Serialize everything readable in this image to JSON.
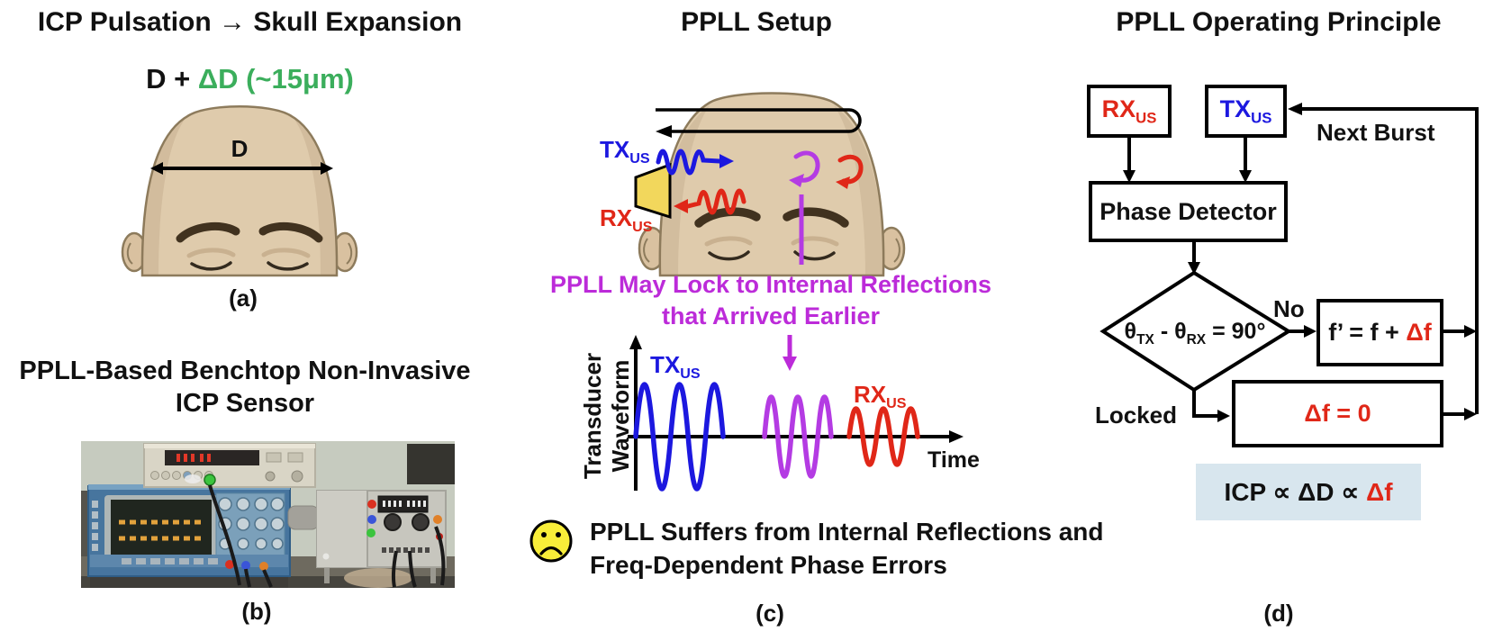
{
  "colors": {
    "accent_red": "#E02718",
    "accent_blue": "#1C18DF",
    "accent_green": "#3BAE5C",
    "accent_magenta": "#BC2BD9",
    "accent_purple": "#B43BE3",
    "icp_box_bg": "#D8E6EE",
    "transducer_yellow": "#F2D75C",
    "smiley_yellow": "#F8EE39",
    "skin": "#DFCBAC"
  },
  "panels": {
    "a": {
      "title": "ICP Pulsation → Skull Expansion",
      "dim_prefix": "D + ",
      "dim_delta": "ΔD (~15μm)",
      "diameter": "D",
      "caption": "(a)"
    },
    "b": {
      "title1": "PPLL-Based Benchtop Non-Invasive",
      "title2": "ICP Sensor",
      "caption": "(b)"
    },
    "c": {
      "title": "PPLL Setup",
      "tx": "TX",
      "rx": "RX",
      "us": "US",
      "note1": "PPLL May Lock to Internal Reflections",
      "note2": "that Arrived Earlier",
      "ylabel1": "Transducer",
      "ylabel2": "Waveform",
      "xlabel": "Time",
      "suffer1": "PPLL Suffers from Internal Reflections and",
      "suffer2": "Freq-Dependent Phase Errors",
      "caption": "(c)"
    },
    "d": {
      "title": "PPLL Operating Principle",
      "rx": "RX",
      "tx": "TX",
      "us": "US",
      "next_burst": "Next Burst",
      "phase_detector": "Phase Detector",
      "cond_theta1": "θ",
      "cond_sub1": "TX",
      "cond_mid": " - θ",
      "cond_sub2": "RX",
      "cond_tail": " = 90°",
      "no": "No",
      "locked": "Locked",
      "f_update_prefix": "f’ = f + ",
      "f_update_delta": "Δf",
      "delta_zero": "Δf = 0",
      "icp_prefix": "ICP ∝ ΔD ∝ ",
      "icp_delta": "Δf",
      "caption": "(d)"
    }
  }
}
